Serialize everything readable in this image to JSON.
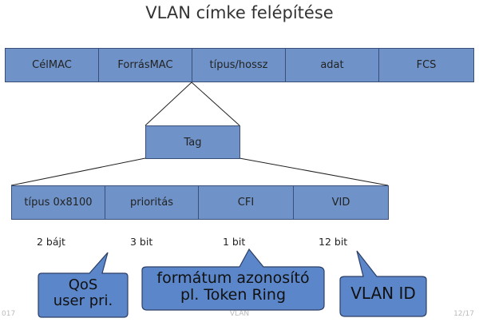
{
  "title": "VLAN címke felépítése",
  "frame": {
    "fields": [
      "CélMAC",
      "ForrásMAC",
      "típus/hossz",
      "adat",
      "FCS"
    ]
  },
  "tag": {
    "label": "Tag"
  },
  "tag_fields": [
    "típus 0x8100",
    "prioritás",
    "CFI",
    "VID"
  ],
  "sizes": [
    "2 bájt",
    "3 bit",
    "1 bit",
    "12 bit"
  ],
  "callouts": {
    "qos": {
      "line1": "QoS",
      "line2": "user pri."
    },
    "format": {
      "line1": "formátum azonosító",
      "line2": "pl. Token Ring"
    },
    "vlan": {
      "line1": "VLAN ID"
    }
  },
  "footer": {
    "left": "017",
    "center": "VLAN",
    "right": "12/17"
  },
  "colors": {
    "box_fill": "#6f93c8",
    "box_border": "#3a4f78",
    "callout_fill": "#5b86c9"
  }
}
